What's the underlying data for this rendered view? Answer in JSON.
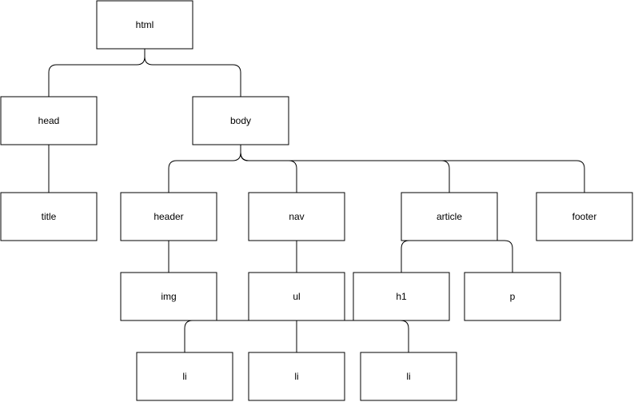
{
  "diagram": {
    "type": "tree",
    "nodes": [
      {
        "id": "html",
        "label": "html",
        "parent": null
      },
      {
        "id": "head",
        "label": "head",
        "parent": "html"
      },
      {
        "id": "body",
        "label": "body",
        "parent": "html"
      },
      {
        "id": "title",
        "label": "title",
        "parent": "head"
      },
      {
        "id": "header",
        "label": "header",
        "parent": "body"
      },
      {
        "id": "nav",
        "label": "nav",
        "parent": "body"
      },
      {
        "id": "article",
        "label": "article",
        "parent": "body"
      },
      {
        "id": "footer",
        "label": "footer",
        "parent": "body"
      },
      {
        "id": "img",
        "label": "img",
        "parent": "header"
      },
      {
        "id": "ul",
        "label": "ul",
        "parent": "nav"
      },
      {
        "id": "h1",
        "label": "h1",
        "parent": "article"
      },
      {
        "id": "p",
        "label": "p",
        "parent": "article"
      },
      {
        "id": "li1",
        "label": "li",
        "parent": "ul"
      },
      {
        "id": "li2",
        "label": "li",
        "parent": "ul"
      },
      {
        "id": "li3",
        "label": "li",
        "parent": "ul"
      }
    ]
  }
}
